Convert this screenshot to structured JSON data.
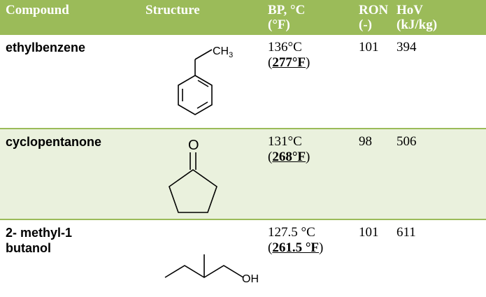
{
  "table": {
    "headers": {
      "compound": "Compound",
      "structure": "Structure",
      "bp_line1": "BP, °C",
      "bp_line2": "(°F)",
      "ron_line1": "RON",
      "ron_line2": "(-)",
      "hov_line1": "HoV",
      "hov_line2": "(kJ/kg)"
    },
    "rows": [
      {
        "compound": "ethylbenzene",
        "bp_c": "136°C",
        "bp_open": "(",
        "bp_f": "277°F",
        "bp_close": ")",
        "ron": "101",
        "hov": "394",
        "structure_label": "CH3"
      },
      {
        "compound": "cyclopentanone",
        "bp_c": "131°C",
        "bp_open": "(",
        "bp_f": "268°F",
        "bp_close": ")",
        "ron": "98",
        "hov": "506",
        "structure_label": "O"
      },
      {
        "compound_line1": "2- methyl-1",
        "compound_line2": "butanol",
        "bp_c": "127.5 °C",
        "bp_open": "(",
        "bp_f": "261.5 °F",
        "bp_close": ")",
        "ron": "101",
        "hov": "611",
        "structure_label": "OH"
      }
    ]
  },
  "colors": {
    "header_bg": "#9bbb59",
    "header_text": "#ffffff",
    "alt_row_bg": "#eaf1dd",
    "rule": "#9bbb59"
  }
}
